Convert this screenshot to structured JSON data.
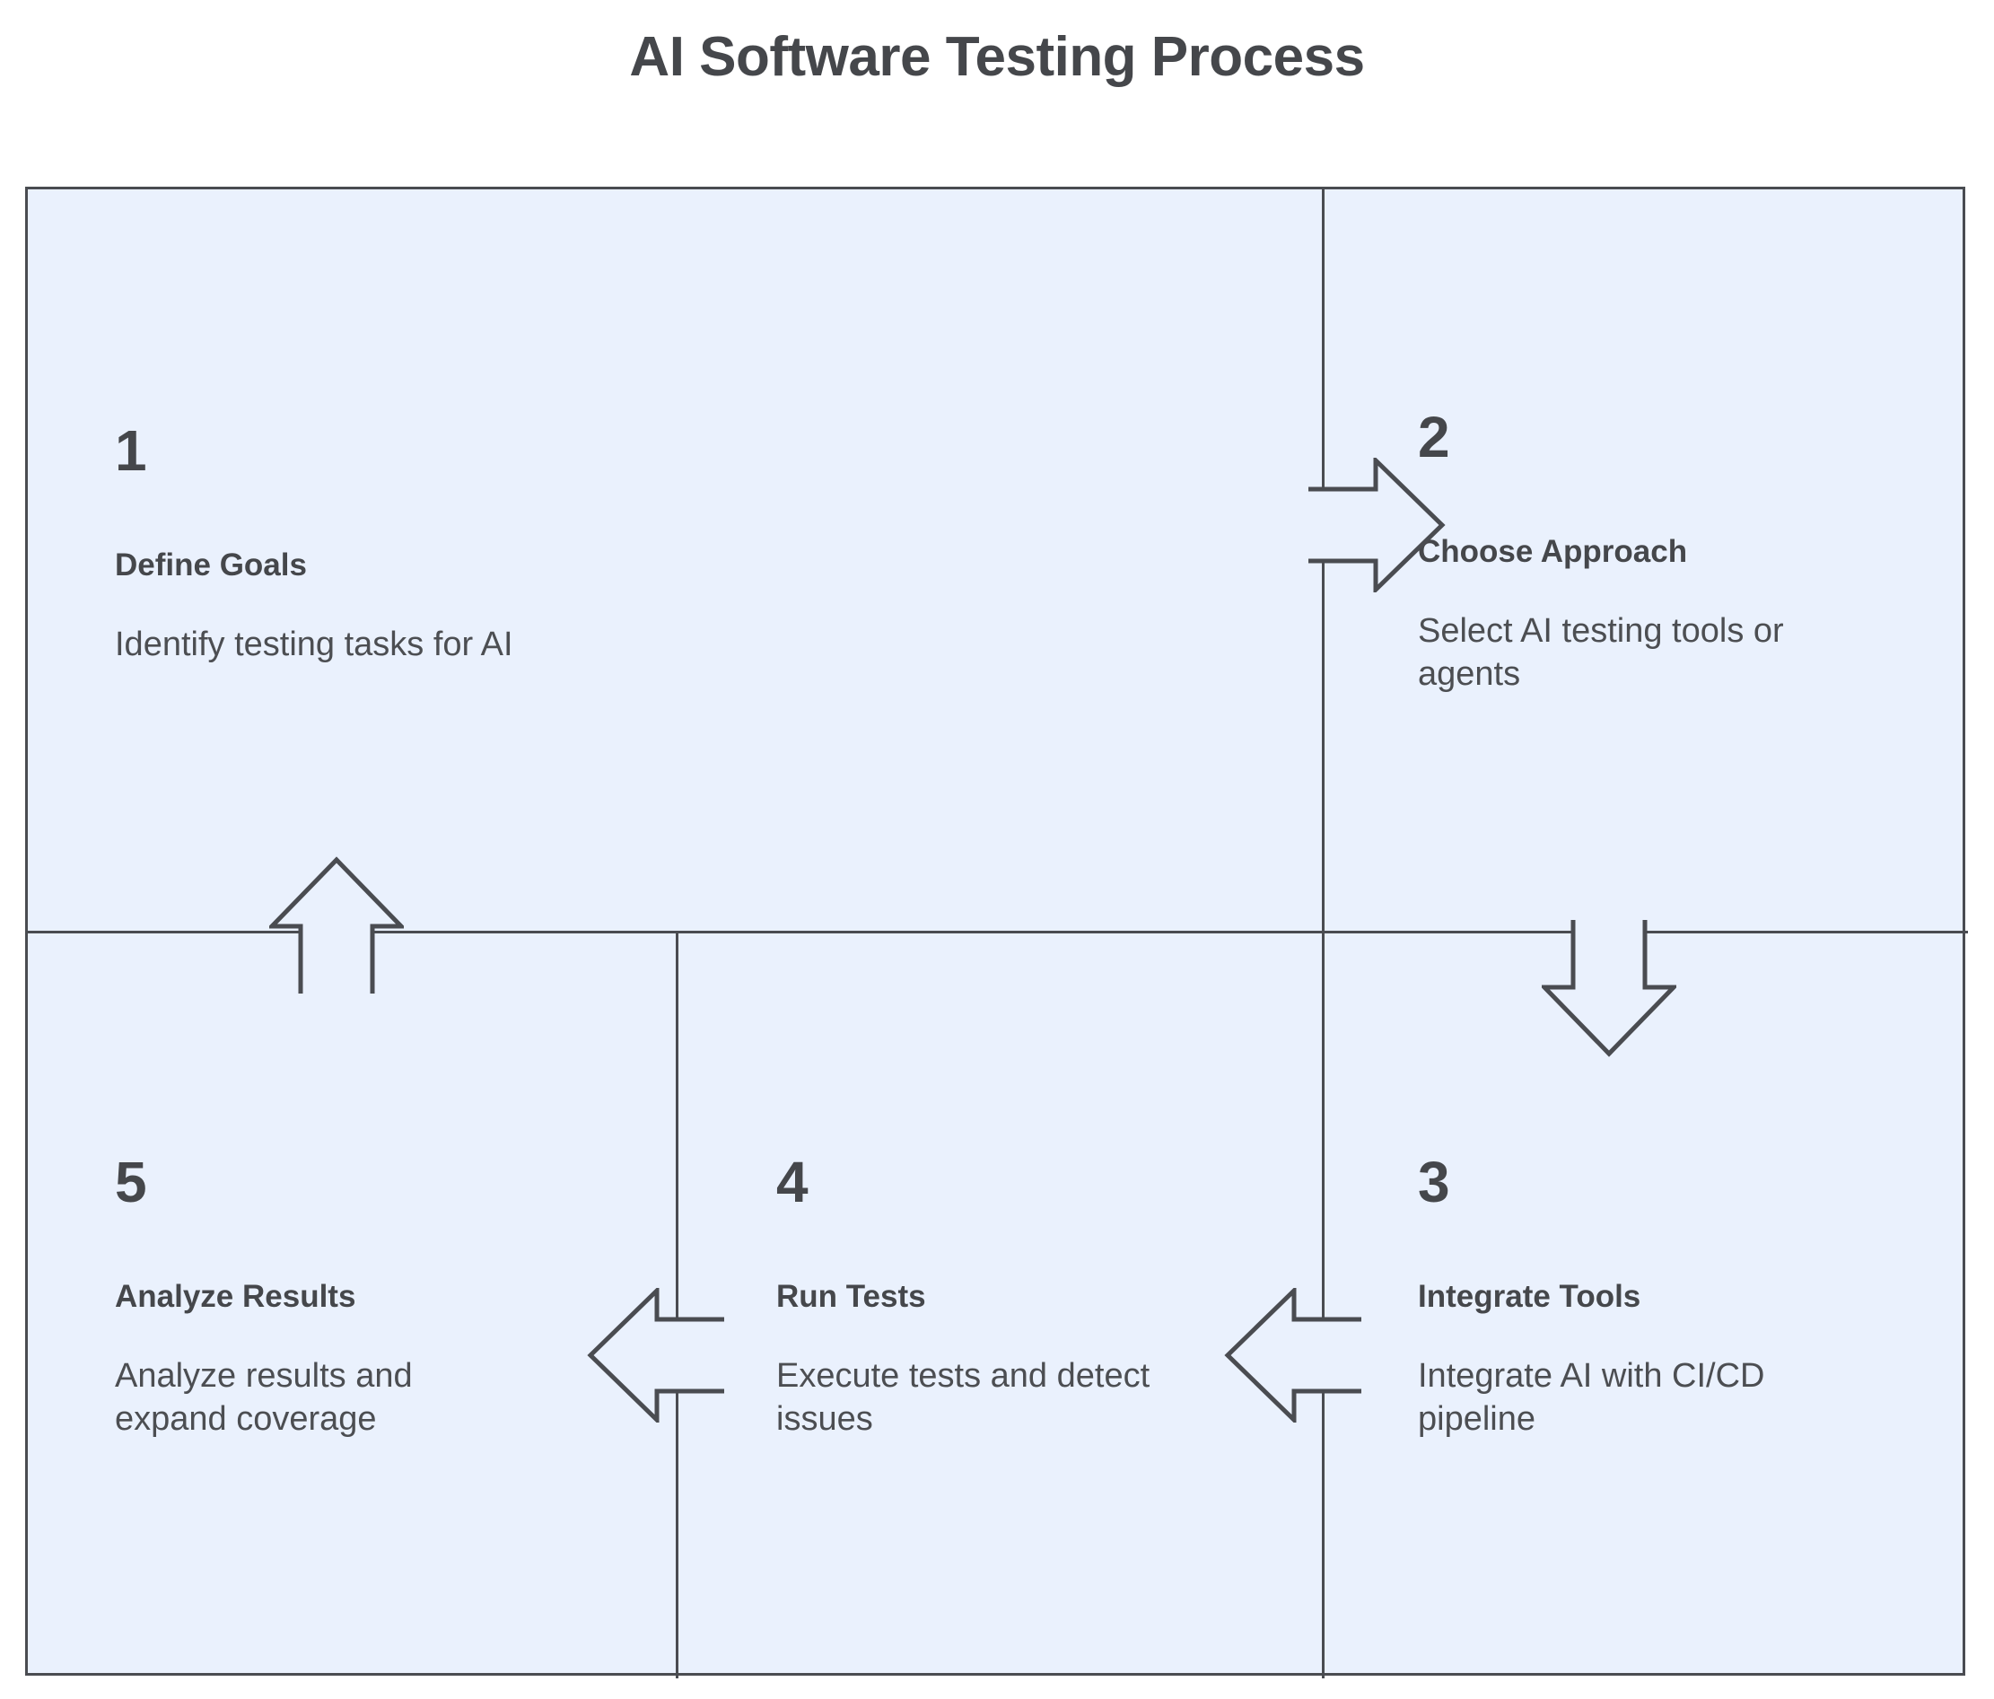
{
  "title": "AI Software Testing Process",
  "theme": {
    "cell_background": "#eaf1fd",
    "line_color": "#4a4c51",
    "text_color": "#45474b",
    "page_background": "#ffffff"
  },
  "steps": [
    {
      "number": "1",
      "title": "Define Goals",
      "description": "Identify testing tasks for AI"
    },
    {
      "number": "2",
      "title": "Choose Approach",
      "description": "Select AI testing tools or agents"
    },
    {
      "number": "3",
      "title": "Integrate Tools",
      "description": "Integrate AI with CI/CD pipeline"
    },
    {
      "number": "4",
      "title": "Run Tests",
      "description": "Execute tests and detect issues"
    },
    {
      "number": "5",
      "title": "Analyze Results",
      "description": "Analyze results and expand coverage"
    }
  ],
  "connectors": [
    {
      "name": "arrow-step1-to-step2",
      "direction": "right"
    },
    {
      "name": "arrow-step2-to-step3",
      "direction": "down"
    },
    {
      "name": "arrow-step3-to-step4",
      "direction": "left"
    },
    {
      "name": "arrow-step4-to-step5",
      "direction": "left"
    },
    {
      "name": "arrow-step5-to-step1",
      "direction": "up"
    }
  ]
}
